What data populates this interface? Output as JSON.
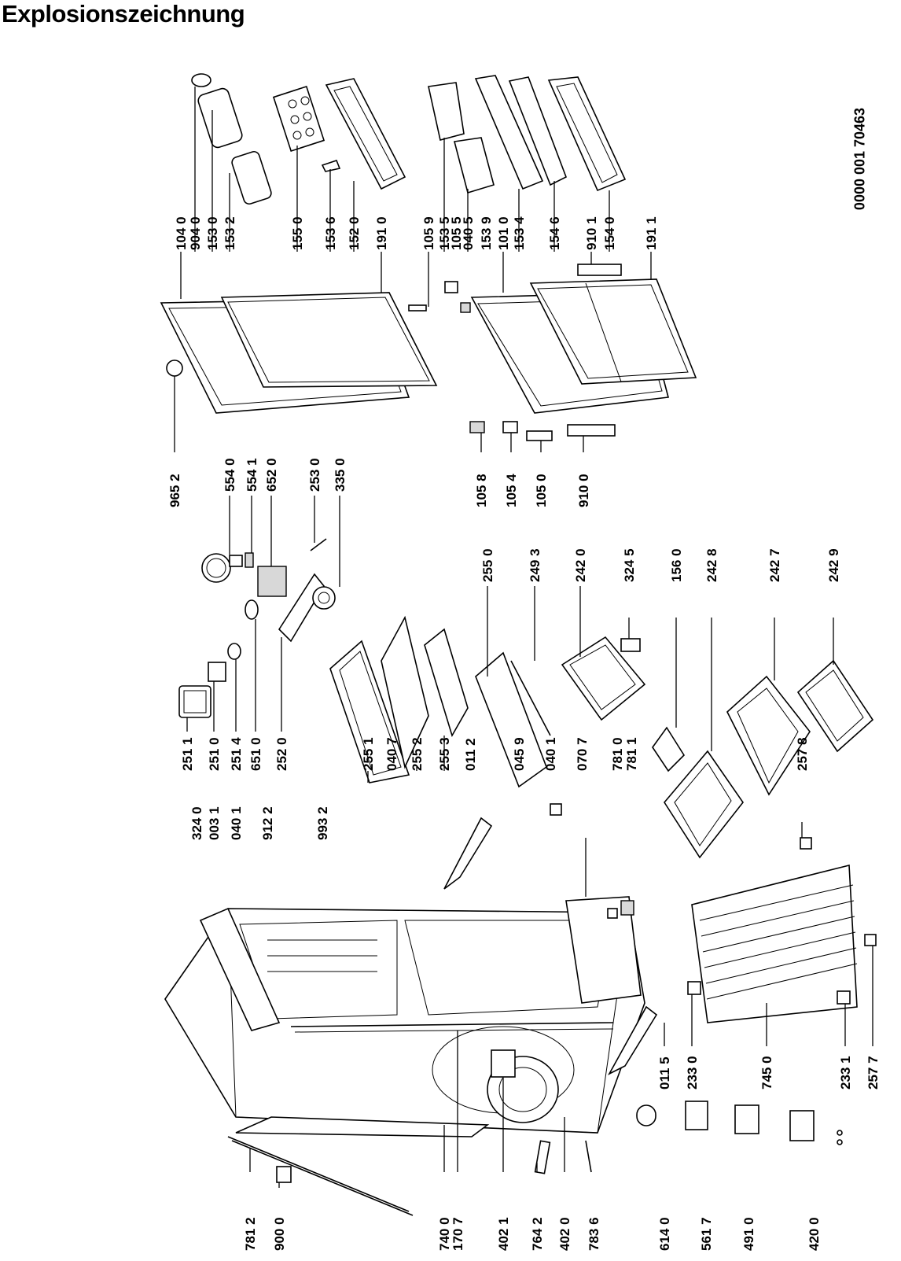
{
  "title": "Explosionszeichnung",
  "document_number": "0000 001 70463",
  "labels": {
    "door_column": [
      "104 0",
      "904 0",
      "153 0",
      "153 2",
      "155 0",
      "153 6",
      "152 0",
      "191 0",
      "105 9",
      "153 5",
      "105 5",
      "040 5",
      "153 9",
      "101 0",
      "153 4",
      "154 6",
      "910 1",
      "154 0",
      "191 1"
    ],
    "door_hinge_column": [
      "965 2",
      "105 8",
      "105 4",
      "105 0",
      "910 0"
    ],
    "light_column": [
      "554 0",
      "554 1",
      "652 0",
      "253 0",
      "335 0"
    ],
    "shelf_column": [
      "255 0",
      "249 3",
      "242 0",
      "324 5",
      "156 0",
      "242 8",
      "242 7",
      "242 9"
    ],
    "mid_column": [
      "251 1",
      "251 0",
      "251 4",
      "651 0",
      "252 0",
      "255 1",
      "040 7",
      "255 2",
      "255 3",
      "011 2",
      "045 9",
      "040 1",
      "070 7",
      "781 0",
      "781 1",
      "257 8"
    ],
    "top_column": [
      "324 0",
      "003 1",
      "040 1",
      "912 2",
      "993 2"
    ],
    "bottom_row": [
      "011 5",
      "233 0",
      "745 0",
      "233 1",
      "257 7"
    ],
    "left_column": [
      "781 2",
      "900 0",
      "740 0",
      "170 7",
      "402 1",
      "764 2",
      "402 0",
      "783 6",
      "614 0",
      "561 7",
      "491 0",
      "420 0"
    ]
  }
}
